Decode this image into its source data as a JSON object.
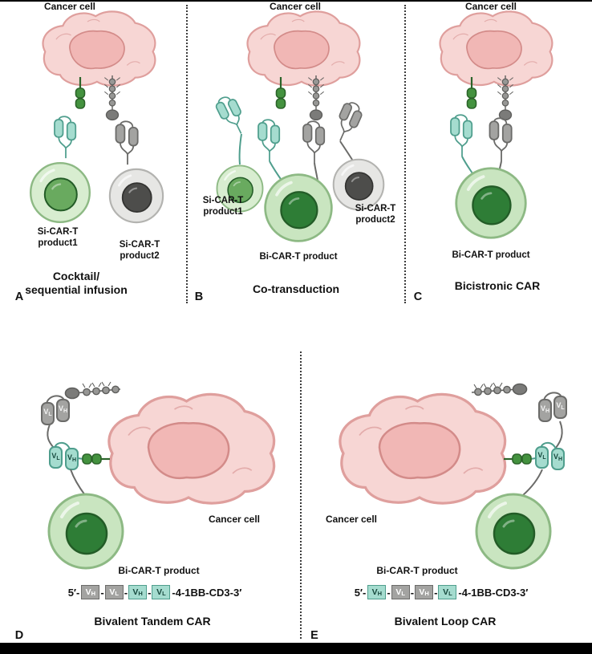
{
  "colors": {
    "tealFill": "#a5dccf",
    "tealStroke": "#4f9e8d",
    "tealText": "#17483d",
    "grayFill": "#a3a3a1",
    "grayStroke": "#6b6b69",
    "blobFill": "#f7d6d4",
    "blobStroke": "#df9f9d",
    "blobNucFill": "#f1b7b5",
    "blobNucStroke": "#d38b89",
    "cellGreenLightBody": "#d8edd0",
    "cellGreenBody": "#c9e5c0",
    "cellGreenStroke": "#8db984",
    "nucGreenLight": "#69aa5f",
    "nucGreenDark": "#2e7d36",
    "nucGreenStroke": "#235c27",
    "cellGrayBody": "#e6e6e4",
    "cellGrayStroke": "#b3b3b0",
    "nucGray": "#4d4d4b",
    "nucGrayStroke": "#333331",
    "antigenGreen": "#44923f",
    "antigenGreenDark": "#2c642a",
    "beadFill": "#979795",
    "beadDark": "#7b7b79",
    "beadStroke": "#5e5e5c"
  },
  "panels": {
    "A": {
      "letter": "A",
      "cancer_cell": "Cancer cell",
      "product1": "Si-CAR-T\nproduct1",
      "product2": "Si-CAR-T\nproduct2",
      "caption": "Cocktail/\nsequential infusion"
    },
    "B": {
      "letter": "B",
      "cancer_cell": "Cancer cell",
      "product1": "Si-CAR-T\nproduct1",
      "product2": "Si-CAR-T\nproduct2",
      "bi_product": "Bi-CAR-T product",
      "caption": "Co-transduction"
    },
    "C": {
      "letter": "C",
      "cancer_cell": "Cancer cell",
      "bi_product": "Bi-CAR-T product",
      "caption": "Bicistronic CAR"
    },
    "D": {
      "letter": "D",
      "cancer_cell": "Cancer cell",
      "bi_product": "Bi-CAR-T product",
      "caption": "Bivalent Tandem CAR",
      "receptor_domains": [
        {
          "main": "V",
          "sub": "L",
          "cls": "dom-label gray-dom"
        },
        {
          "main": "V",
          "sub": "H",
          "cls": "dom-label gray-dom"
        },
        {
          "main": "V",
          "sub": "L",
          "cls": "dom-label teal-dom"
        },
        {
          "main": "V",
          "sub": "H",
          "cls": "dom-label teal-dom"
        }
      ],
      "construct": {
        "prefix": "5′-",
        "sep": "-",
        "suffix": "-4-1BB-CD3-3′",
        "boxes": [
          {
            "main": "V",
            "sub": "H",
            "cls": "cbox gray"
          },
          {
            "main": "V",
            "sub": "L",
            "cls": "cbox gray"
          },
          {
            "main": "V",
            "sub": "H",
            "cls": "cbox teal"
          },
          {
            "main": "V",
            "sub": "L",
            "cls": "cbox teal"
          }
        ]
      }
    },
    "E": {
      "letter": "E",
      "cancer_cell": "Cancer cell",
      "bi_product": "Bi-CAR-T product",
      "caption": "Bivalent Loop CAR",
      "receptor_domains": [
        {
          "main": "V",
          "sub": "H",
          "cls": "dom-label gray-dom"
        },
        {
          "main": "V",
          "sub": "L",
          "cls": "dom-label gray-dom"
        },
        {
          "main": "V",
          "sub": "L",
          "cls": "dom-label teal-dom"
        },
        {
          "main": "V",
          "sub": "H",
          "cls": "dom-label teal-dom"
        }
      ],
      "construct": {
        "prefix": "5′-",
        "sep": "-",
        "suffix": "-4-1BB-CD3-3′",
        "boxes": [
          {
            "main": "V",
            "sub": "H",
            "cls": "cbox teal"
          },
          {
            "main": "V",
            "sub": "L",
            "cls": "cbox gray"
          },
          {
            "main": "V",
            "sub": "H",
            "cls": "cbox gray"
          },
          {
            "main": "V",
            "sub": "L",
            "cls": "cbox teal"
          }
        ]
      }
    }
  }
}
